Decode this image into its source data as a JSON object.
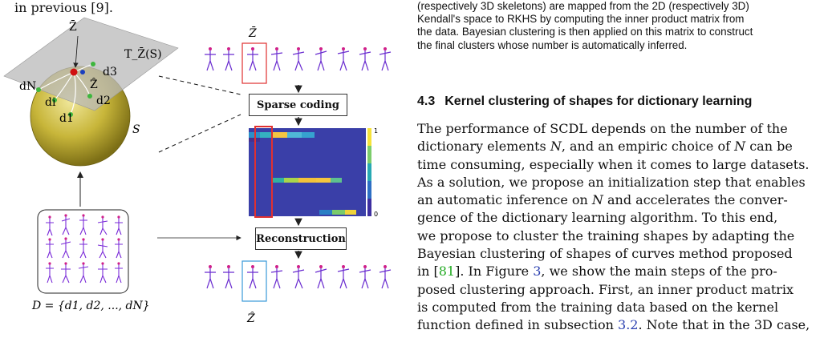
{
  "left_top_text": "in previous [9].",
  "figure": {
    "labels": {
      "zbar_top": "Z̄",
      "zbar_sphere": "Z̄",
      "zhat_sphere": "Ẑ̄",
      "tangent": "T_Z̄(S)",
      "d3": "d3",
      "dN": "dN",
      "di": "di",
      "d2": "d2",
      "d1": "d1",
      "S": "S",
      "dataset": "D = {d1, d2, ..., dN}",
      "zhat_bottom": "Ẑ̄"
    },
    "boxes": {
      "sparse": "Sparse coding",
      "recon": "Reconstruction"
    },
    "colorbar": {
      "max": "1",
      "min": "0"
    }
  },
  "right": {
    "caption_lines": [
      "(respectively 3D skeletons) are mapped from the 2D (respectively 3D)",
      "Kendall's space to RKHS by computing the inner product matrix from",
      "the data. Bayesian clustering is then applied on this matrix to construct",
      "the final clusters whose number is automatically inferred."
    ],
    "section_number": "4.3",
    "section_title": "Kernel clustering of shapes for dictionary learning",
    "para": {
      "l1": "The performance of SCDL depends on the number of the",
      "l2a": "dictionary elements ",
      "l2b": "N",
      "l2c": ", and an empiric choice of ",
      "l2d": "N",
      "l2e": " can be",
      "l3": "time consuming, especially when it comes to large datasets.",
      "l4": "As a solution, we propose an initialization step that enables",
      "l5a": "an automatic inference on ",
      "l5b": "N",
      "l5c": " and accelerates the conver-",
      "l6": "gence of the dictionary learning algorithm. To this end,",
      "l7": "we propose to cluster the training shapes by adapting the",
      "l8": "Bayesian clustering of shapes of curves method proposed",
      "l9a": "in [",
      "l9b": "81",
      "l9c": "]. In Figure ",
      "l9d": "3",
      "l9e": ", we show the main steps of the pro-",
      "l10": "posed clustering approach. First, an inner product matrix",
      "l11": "is computed from the training data based on the kernel",
      "l12a": "function defined in subsection ",
      "l12b": "3.2",
      "l12c": ". Note that in the 3D case,"
    }
  }
}
